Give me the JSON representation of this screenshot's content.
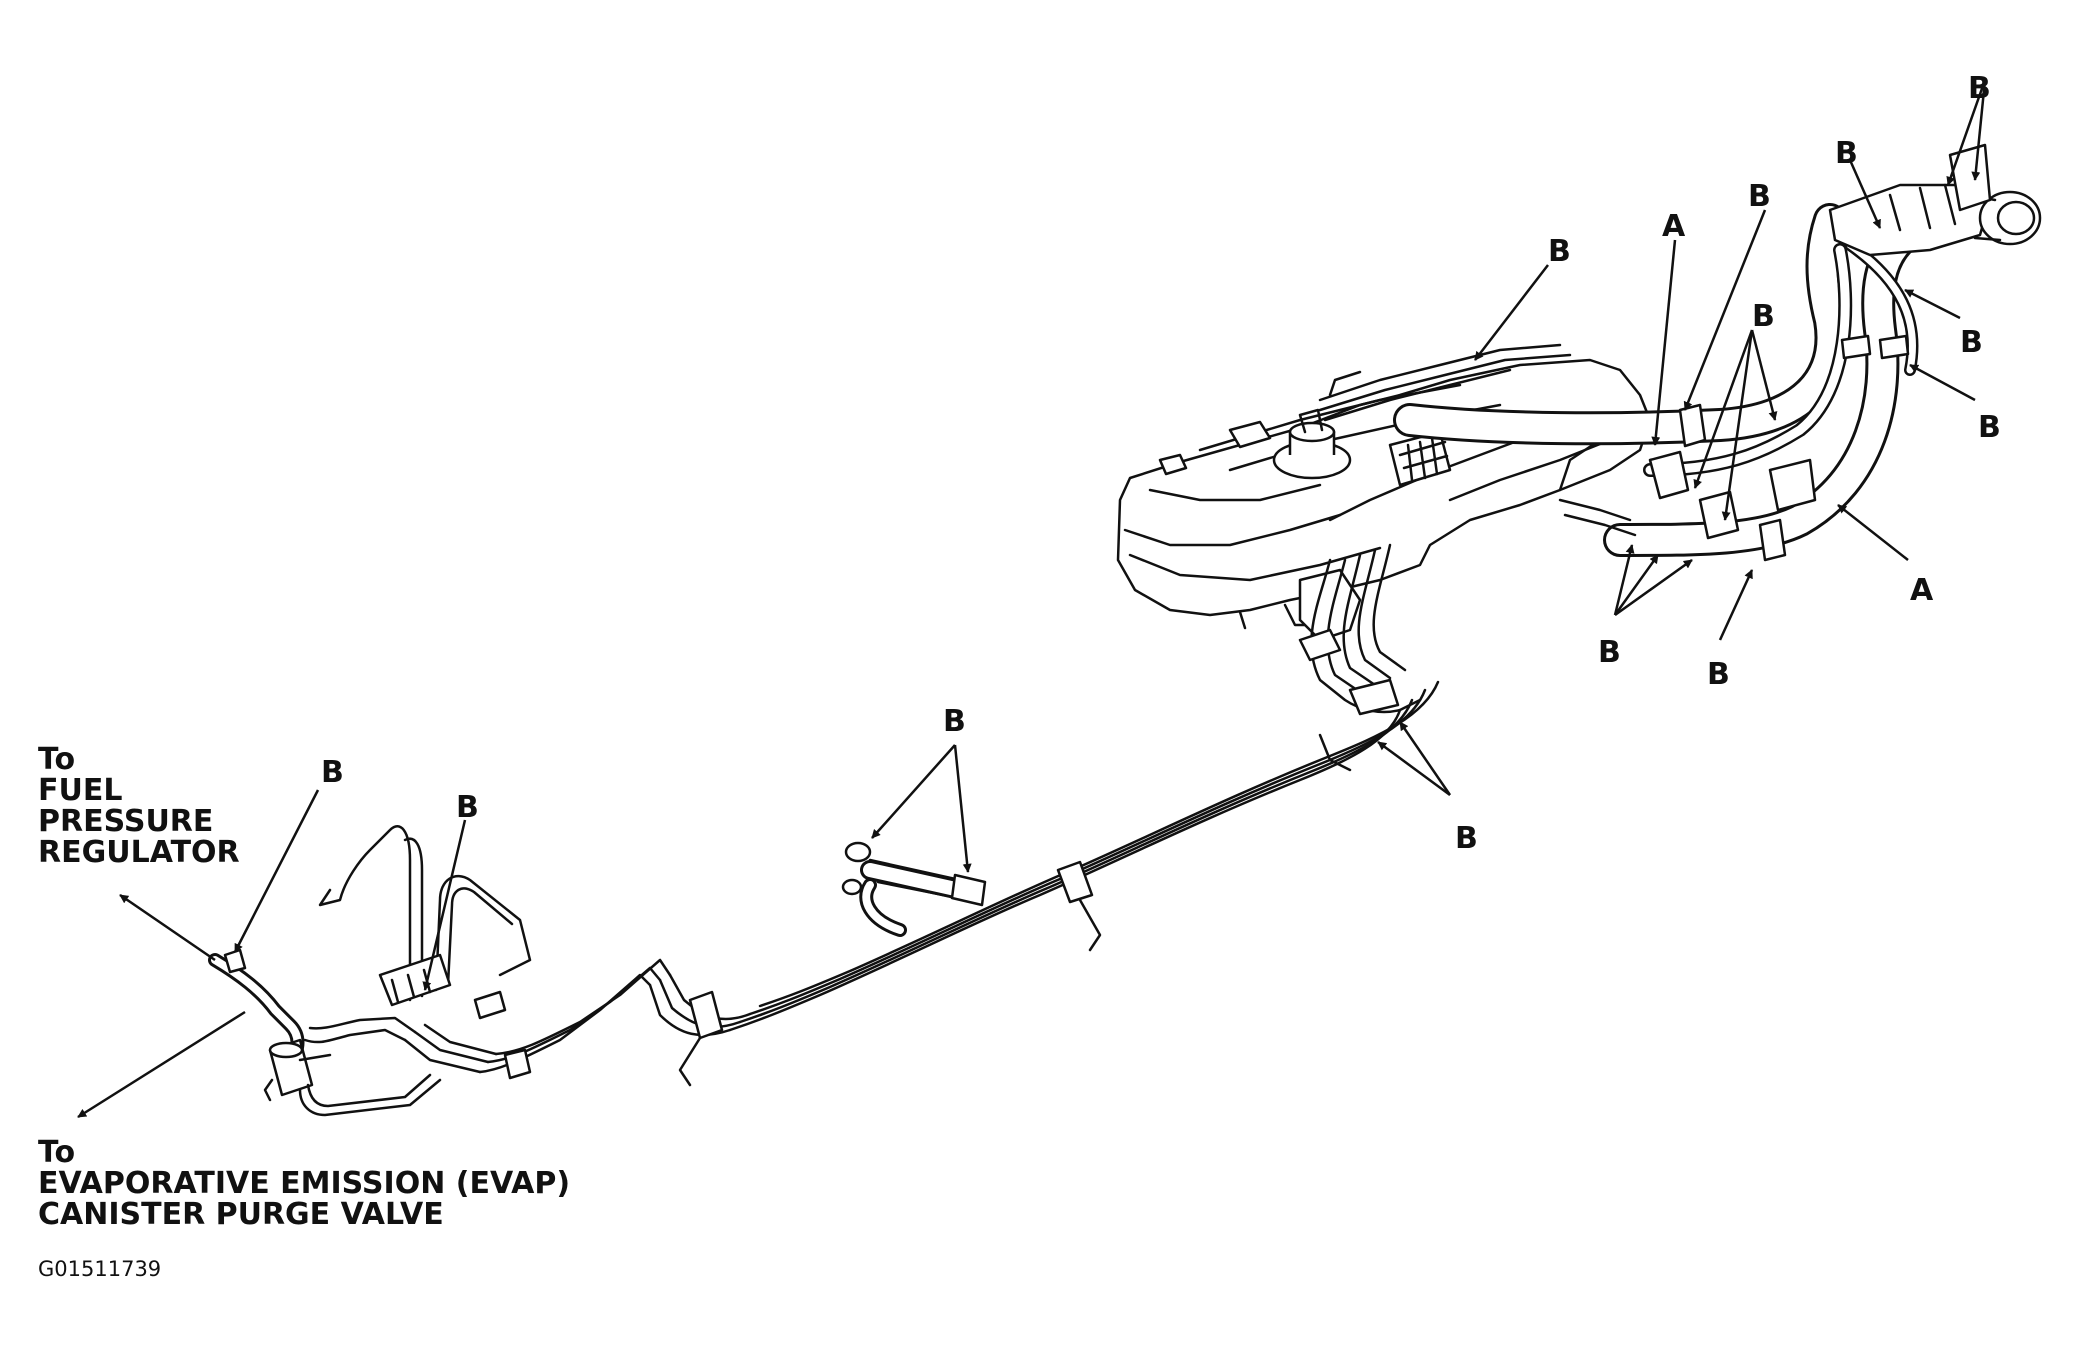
{
  "callouts": {
    "a": "A",
    "b": "B"
  },
  "destinations": {
    "fuel_to": "To",
    "fuel_line1": "FUEL",
    "fuel_line2": "PRESSURE",
    "fuel_line3": "REGULATOR",
    "evap_to": "To",
    "evap_line1": "EVAPORATIVE EMISSION (EVAP)",
    "evap_line2": "CANISTER PURGE VALVE"
  },
  "figure_code": "G01511739"
}
